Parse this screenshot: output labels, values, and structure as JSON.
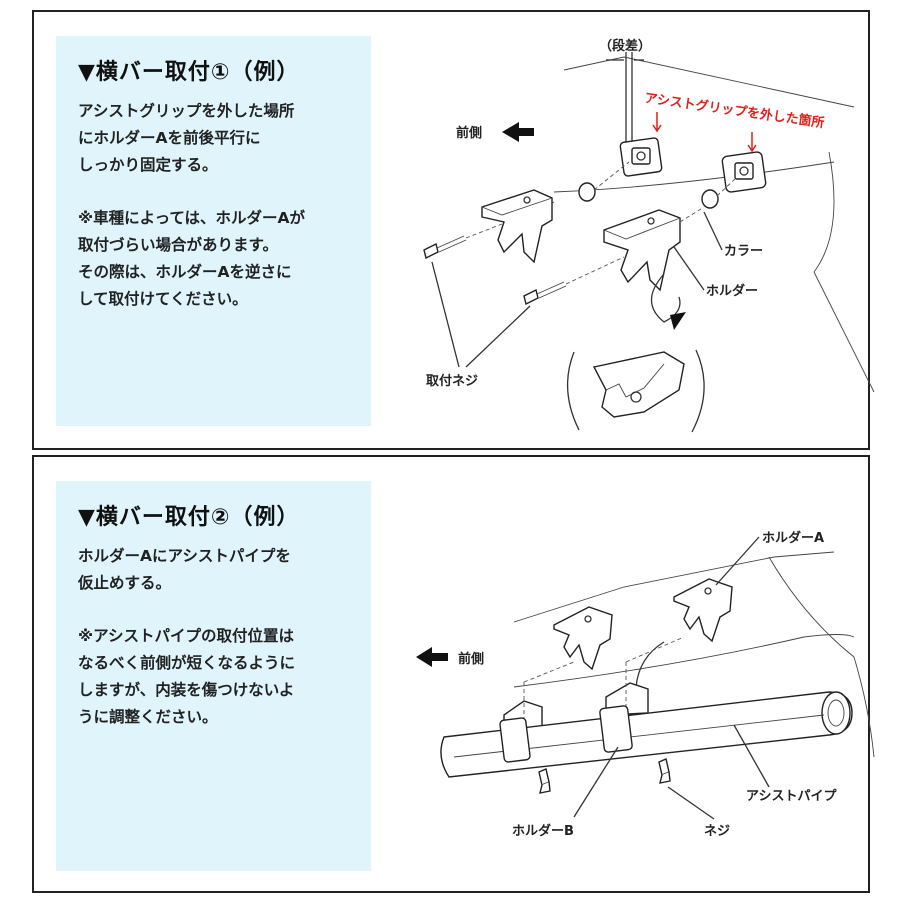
{
  "panel1": {
    "heading": "▼横バー取付①（例）",
    "body": [
      "アシストグリップを外した場所\nにホルダーAを前後平行に\nしっかり固定する。",
      "※車種によっては、ホルダーAが\n取付づらい場合があります。\nその際は、ホルダーAを逆さに\nして取付けてください。"
    ],
    "labels": {
      "step": "（段差）",
      "grip_removed": "アシストグリップを外した箇所",
      "front": "前側",
      "collar": "カラー",
      "holder": "ホルダー",
      "screw": "取付ネジ"
    }
  },
  "panel2": {
    "heading": "▼横バー取付②（例）",
    "body": [
      "ホルダーAにアシストパイプを\n仮止めする。",
      "※アシストパイプの取付位置は\nなるべく前側が短くなるように\nしますが、内装を傷つけないよ\nうに調整ください。"
    ],
    "labels": {
      "holder_a": "ホルダーA",
      "front": "前側",
      "assist_pipe": "アシストパイプ",
      "holder_b": "ホルダーB",
      "screw": "ネジ"
    }
  },
  "colors": {
    "textbox_bg": "#dff5fb",
    "accent_red": "#e0201a"
  }
}
